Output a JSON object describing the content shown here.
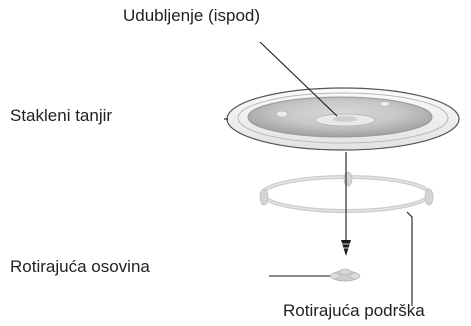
{
  "labels": {
    "indentation": "Udubljenje (ispod)",
    "glass_plate": "Stakleni tanjir",
    "rotating_shaft": "Rotirajuća osovina",
    "rotating_support": "Rotirajuća podrška"
  },
  "colors": {
    "text": "#222222",
    "line": "#1a1a1a",
    "plate_light": "#f4f4f4",
    "plate_mid": "#d9d9d9",
    "plate_dark": "#a9a9a9",
    "ring": "#cfcfcf"
  }
}
